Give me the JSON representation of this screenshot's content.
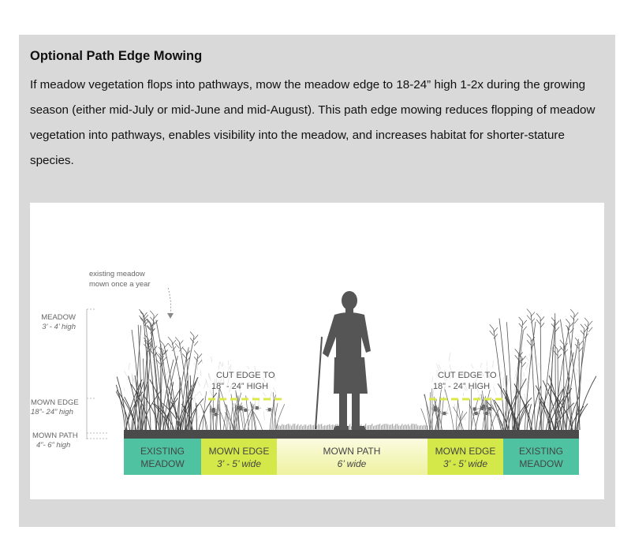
{
  "section": {
    "title": "Optional Path Edge Mowing",
    "paragraph": "If meadow vegetation flops into pathways, mow the meadow edge to 18-24” high 1-2x during the growing season (either mid-July or mid-June and mid-August). This path edge mowing reduces flopping of meadow vegetation into pathways, enables visibility into the meadow, and increases habitat for shorter-stature species."
  },
  "diagram": {
    "annotation": {
      "line1": "existing meadow",
      "line2": "mown once a year"
    },
    "height_labels": [
      {
        "name": "MEADOW",
        "range": "3’ - 4’ high"
      },
      {
        "name": "MOWN EDGE",
        "range": "18”- 24” high"
      },
      {
        "name": "MOWN PATH",
        "range": "4”- 6” high"
      }
    ],
    "cut_labels": [
      {
        "line1": "CUT EDGE TO",
        "line2": "18” - 24” HIGH"
      },
      {
        "line1": "CUT EDGE TO",
        "line2": "18” - 24” HIGH"
      }
    ],
    "zones": [
      {
        "title": "EXISTING",
        "sub": "MEADOW",
        "color": "#4fc3a1"
      },
      {
        "title": "MOWN EDGE",
        "sub": "3’ - 5’ wide",
        "color": "#d4e84a"
      },
      {
        "title": "MOWN PATH",
        "sub": "6’ wide",
        "color": "#f3f5a9"
      },
      {
        "title": "MOWN EDGE",
        "sub": "3’ - 5’ wide",
        "color": "#d4e84a"
      },
      {
        "title": "EXISTING",
        "sub": "MEADOW",
        "color": "#4fc3a1"
      }
    ]
  }
}
